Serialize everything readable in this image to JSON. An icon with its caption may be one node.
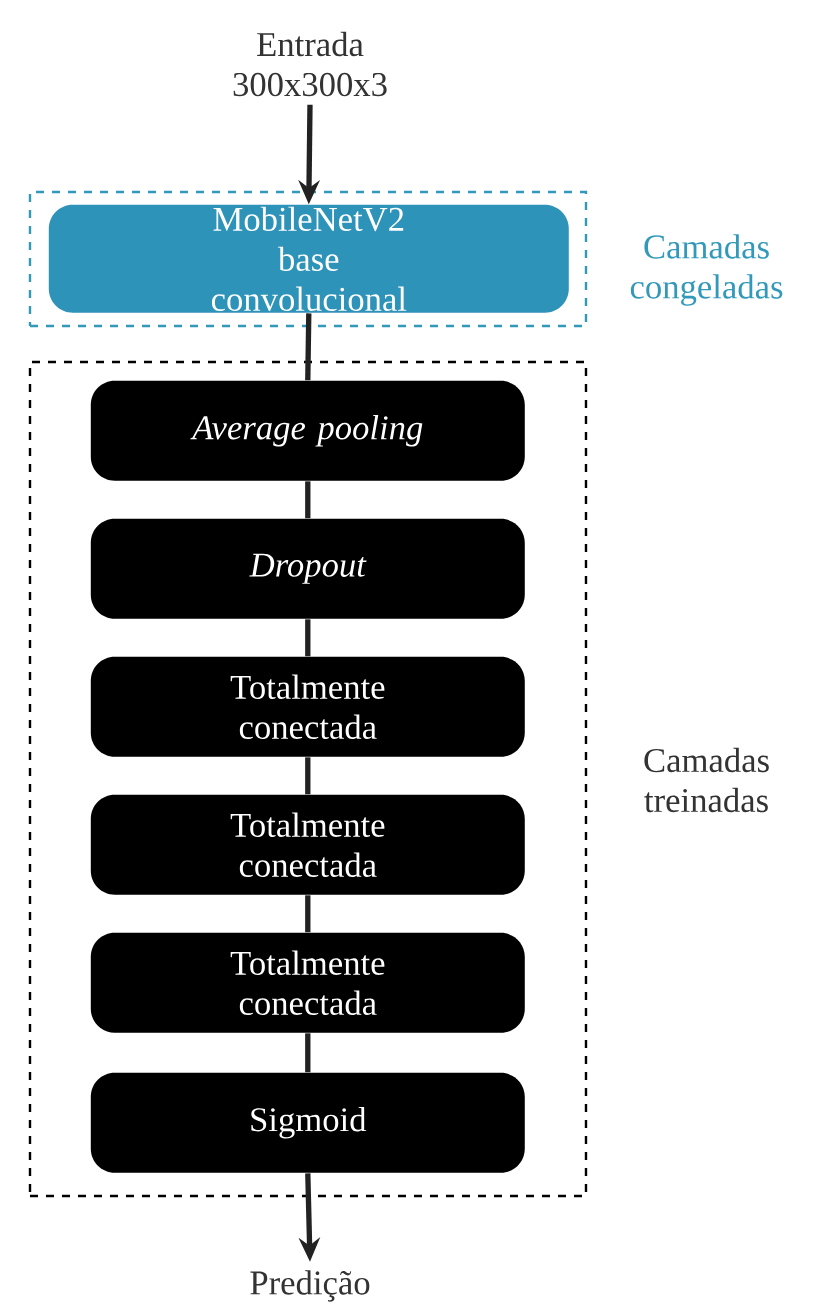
{
  "diagram": {
    "nodes": [
      {
        "text": [
          "Entrada 300x300x3"
        ]
      },
      {
        "text": [
          "Camadas congeladas"
        ]
      },
      {
        "text": [
          "MobileNetV2 base convolucional"
        ],
        "in": 1
      },
      {
        "text": [
          "Camadas treinadas"
        ]
      },
      {
        "text": [
          "Average pooling"
        ],
        "in": 3
      },
      {
        "text": [
          "Dropout"
        ],
        "in": 3
      },
      {
        "text": [
          "Totalmente conectada"
        ],
        "in": 3
      },
      {
        "text": [
          "Totalmente conectada"
        ],
        "in": 3
      },
      {
        "text": [
          "Totalmente conectada"
        ],
        "in": 3
      },
      {
        "text": [
          "Sigmoid"
        ],
        "in": 3
      },
      {
        "text": [
          "Predição"
        ]
      }
    ],
    "edges": [
      {
        "from": 0,
        "to": 2,
        "arrow": "to"
      },
      {
        "from": 2,
        "to": 4,
        "arrow": "none"
      },
      {
        "from": 4,
        "to": 5,
        "arrow": "none"
      },
      {
        "from": 5,
        "to": 6,
        "arrow": "none"
      },
      {
        "from": 6,
        "to": 7,
        "arrow": "none"
      },
      {
        "from": 7,
        "to": 8,
        "arrow": "none"
      },
      {
        "from": 8,
        "to": 9,
        "arrow": "none"
      },
      {
        "from": 9,
        "to": 10,
        "arrow": "to"
      }
    ]
  }
}
